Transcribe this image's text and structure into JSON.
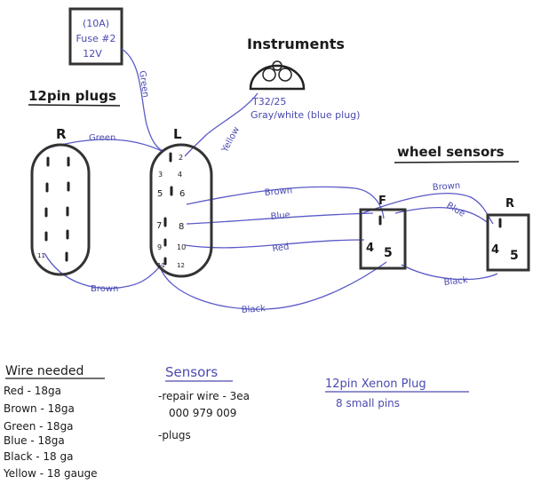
{
  "colors": {
    "ink": "#1a1a1a",
    "pen": "#4a4ab0",
    "wire": "#5a5ac8"
  },
  "fuse": {
    "line1": "(10A)",
    "line2": "Fuse #2",
    "line3": "12V"
  },
  "instruments": {
    "title": "Instruments",
    "part": "T32/25",
    "desc": "Gray/white (blue plug)"
  },
  "plugs": {
    "title": "12pin plugs",
    "right_label": "R",
    "left_label": "L"
  },
  "left_pins": [
    "2",
    "3",
    "4",
    "5",
    "6",
    "7",
    "8",
    "9",
    "10",
    "11",
    "12"
  ],
  "right_pin_label": "11",
  "wheel_sensors": {
    "title": "wheel sensors",
    "front_label": "F",
    "rear_label": "R",
    "pins": [
      "4",
      "5"
    ]
  },
  "wires": {
    "green_fuse": "Green",
    "green_plug": "Green",
    "yellow": "Yellow",
    "brown_bottom": "Brown",
    "brown_left": "Brown",
    "blue_left": "Blue",
    "red": "Red",
    "black_left": "Black",
    "brown_right": "Brown",
    "blue_right": "Blue",
    "black_right": "Black"
  },
  "wire_needed": {
    "title": "Wire needed",
    "items": [
      "Red - 18ga",
      "Brown - 18ga",
      "Green - 18ga",
      "Blue - 18ga",
      "Black - 18 ga",
      "Yellow - 18 gauge"
    ]
  },
  "sensors_note": {
    "title": "Sensors",
    "items": [
      "-repair wire - 3ea",
      "000 979 009",
      "-plugs"
    ]
  },
  "xenon": {
    "title": "12pin Xenon Plug",
    "sub": "8 small pins"
  }
}
